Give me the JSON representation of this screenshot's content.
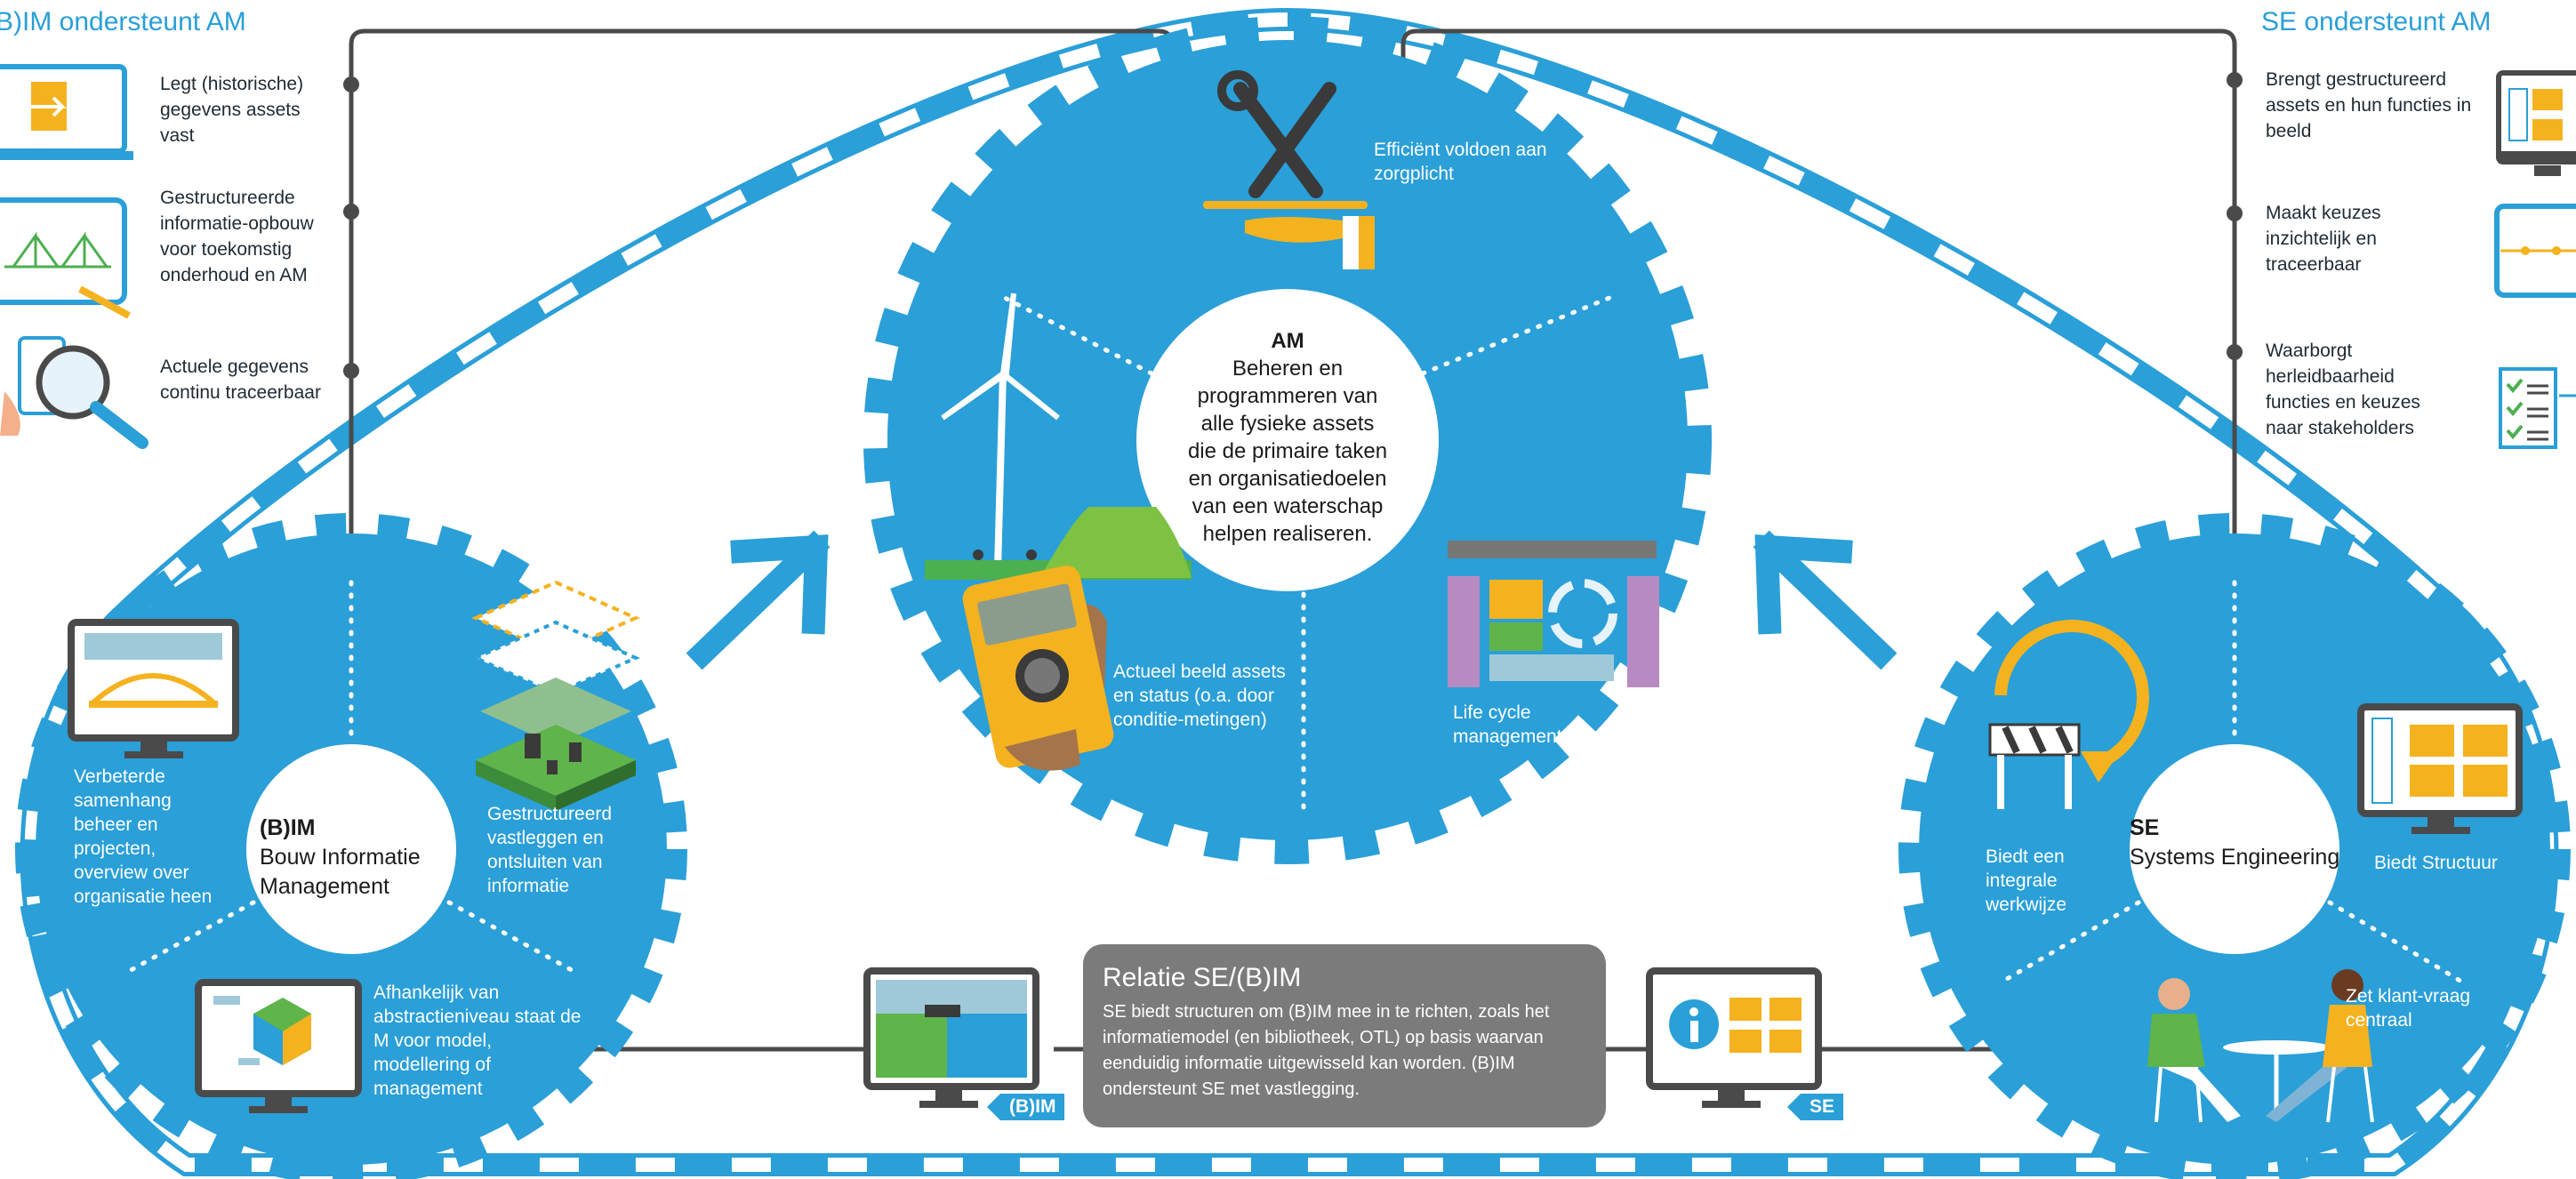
{
  "headers": {
    "left": "(B)IM ondersteunt AM",
    "right": "SE ondersteunt AM"
  },
  "left_column": [
    "Legt (historische) gegevens assets vast",
    "Gestructureerde informatie-opbouw voor toekomstig onderhoud en AM",
    "Actuele gegevens continu traceerbaar"
  ],
  "right_column": [
    "Brengt gestructureerd assets en hun functies in beeld",
    "Maakt keuzes inzichtelijk en traceerbaar",
    "Waarborgt herleidbaarheid functies en keuzes naar stakeholders"
  ],
  "am": {
    "title": "AM",
    "text": "Beheren en programmeren van alle fysieke assets die de primaire taken en organisatiedoelen van een waterschap helpen realiseren.",
    "items": [
      "Efficiënt voldoen aan zorgplicht",
      "Actueel beeld assets en status (o.a. door conditie-metingen)",
      "Life cycle management"
    ]
  },
  "bim": {
    "title": "(B)IM",
    "subtitle": "Bouw Informatie Management",
    "items": [
      "Verbeterde samenhang beheer en projecten, overview over organisatie heen",
      "Gestructureerd vastleggen en ontsluiten van informatie",
      "Afhankelijk van abstractieniveau staat de M voor model, modellering of management"
    ]
  },
  "se": {
    "title": "SE",
    "subtitle": "Systems Engineering",
    "items": [
      "Biedt een integrale werkwijze",
      "Biedt Structuur",
      "Zet klant-vraag centraal"
    ]
  },
  "relation": {
    "title": "Relatie SE/(B)IM",
    "text": "SE biedt structuren om (B)IM mee in te richten, zoals het informatiemodel (en bibliotheek, OTL) op basis waarvan eenduidig informatie uitgewisseld kan worden. (B)IM ondersteunt SE met vastlegging.",
    "tag_left": "(B)IM",
    "tag_right": "SE"
  },
  "colors": {
    "accent_blue": "#2a9fd8",
    "relation_grey": "#7b7b7b",
    "line_grey": "#4a4a4a",
    "highlight_yellow": "#f5b21f"
  },
  "icons": [
    "laptop-document-icon",
    "tablet-bridge-icon",
    "magnifier-phone-icon",
    "monitor-grid-icon",
    "monitor-timeline-icon",
    "checklist-icon",
    "tools-hand-icon",
    "windmill-icon",
    "multimeter-icon",
    "lifecycle-puzzle-icon",
    "monitor-bridge-icon",
    "data-layers-icon",
    "monitor-3d-model-icon",
    "barrier-cycle-icon",
    "monitor-structure-icon",
    "meeting-people-icon",
    "monitor-canal-icon",
    "monitor-info-icon",
    "arrow-left-icon",
    "arrow-right-icon"
  ]
}
